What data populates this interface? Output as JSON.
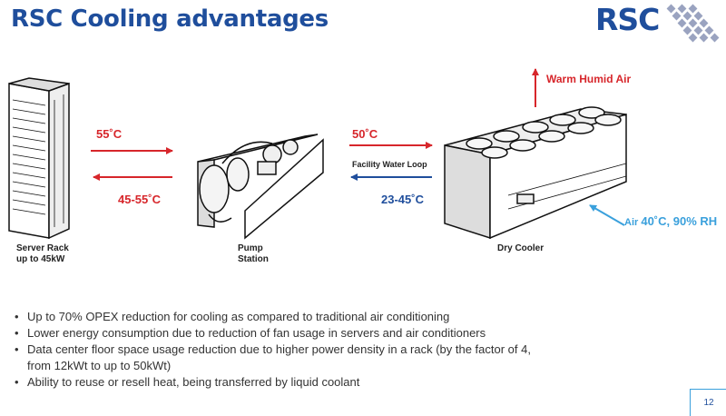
{
  "slide": {
    "title": "RSC Cooling advantages",
    "logo": "RSC",
    "page_number": "12"
  },
  "diagram": {
    "server_rack": {
      "line1": "Server Rack",
      "line2": "up to 45kW"
    },
    "pump_station": {
      "line1": "Pump",
      "line2": "Station"
    },
    "dry_cooler": {
      "label": "Dry Cooler"
    },
    "rack_hot": "55˚C",
    "rack_return": "45-55˚C",
    "facility_hot": "50˚C",
    "facility_label": "Facility Water Loop",
    "facility_return": "23-45˚C",
    "warm_air": "Warm Humid Air",
    "air_prefix": "Air",
    "air_value": "40˚C, 90% RH",
    "colors": {
      "hot": "#d7262b",
      "cold": "#1f4e9c",
      "air": "#3aa0dc"
    }
  },
  "bullets": [
    {
      "text": "Up to 70% OPEX reduction for cooling as compared to traditional air conditioning"
    },
    {
      "text": "Lower energy consumption due to reduction of fan usage in servers and air conditioners"
    },
    {
      "text": "Data center floor space usage reduction due to higher power density in a rack (by the factor of 4,",
      "cont": "from 12kWt to up to 50kWt)"
    },
    {
      "text": "Ability to reuse or resell heat, being transferred by liquid coolant"
    }
  ]
}
